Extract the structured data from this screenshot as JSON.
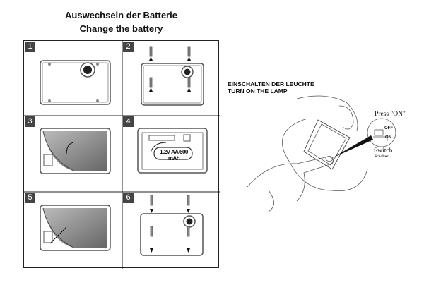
{
  "battery_section": {
    "title_de": "Auswechseln der Batterie",
    "title_en": "Change the battery",
    "steps": [
      "1",
      "2",
      "3",
      "4",
      "5",
      "6"
    ],
    "battery_label": "1.2V AA 600 mAh"
  },
  "lamp_section": {
    "title_de": "EINSCHALTEN DER LEUCHTE",
    "title_en": "TURN ON THE LAMP",
    "press_label": "Press \"ON\"",
    "off_label": "OFF",
    "on_label": "ON",
    "switch_en": "Switch",
    "switch_de": "Schalter"
  }
}
